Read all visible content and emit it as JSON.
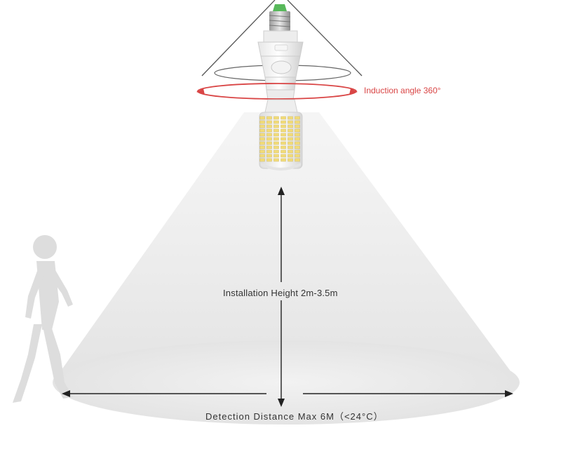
{
  "labels": {
    "induction_angle": "Induction angle 360°",
    "installation_height": "Installation Height 2m-3.5m",
    "detection_distance": "Detection Distance Max 6M（<24°C）"
  },
  "colors": {
    "accent_red": "#d94545",
    "text_dark": "#333333",
    "arrow_dark": "#222222",
    "beam_gray": "#e8e8e8",
    "figure_gray": "#dedede",
    "led_yellow": "#f2dc7a"
  },
  "icons": {
    "person": "walking-person-icon",
    "bulb": "corn-led-bulb-icon",
    "sensor": "pir-sensor-socket-icon"
  }
}
